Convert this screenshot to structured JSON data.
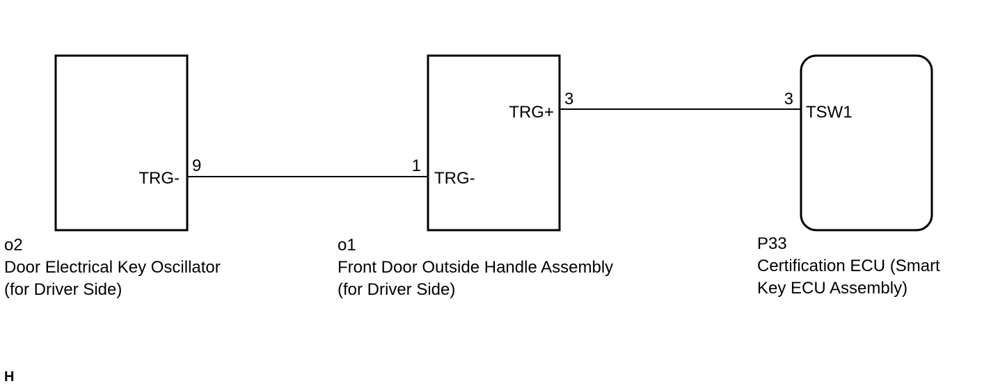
{
  "components": {
    "o2": {
      "code": "o2",
      "name_line1": "Door Electrical Key Oscillator",
      "name_line2": "(for Driver Side)",
      "pins": [
        {
          "number": "9",
          "label": "TRG-"
        }
      ]
    },
    "o1": {
      "code": "o1",
      "name_line1": "Front Door Outside Handle Assembly",
      "name_line2": "(for Driver Side)",
      "pins": [
        {
          "number": "1",
          "label": "TRG-"
        },
        {
          "number": "3",
          "label": "TRG+"
        }
      ]
    },
    "p33": {
      "code": "P33",
      "name_line1": "Certification ECU (Smart",
      "name_line2": "Key ECU Assembly)",
      "pins": [
        {
          "number": "3",
          "label": "TSW1"
        }
      ]
    }
  },
  "page_mark": "H"
}
